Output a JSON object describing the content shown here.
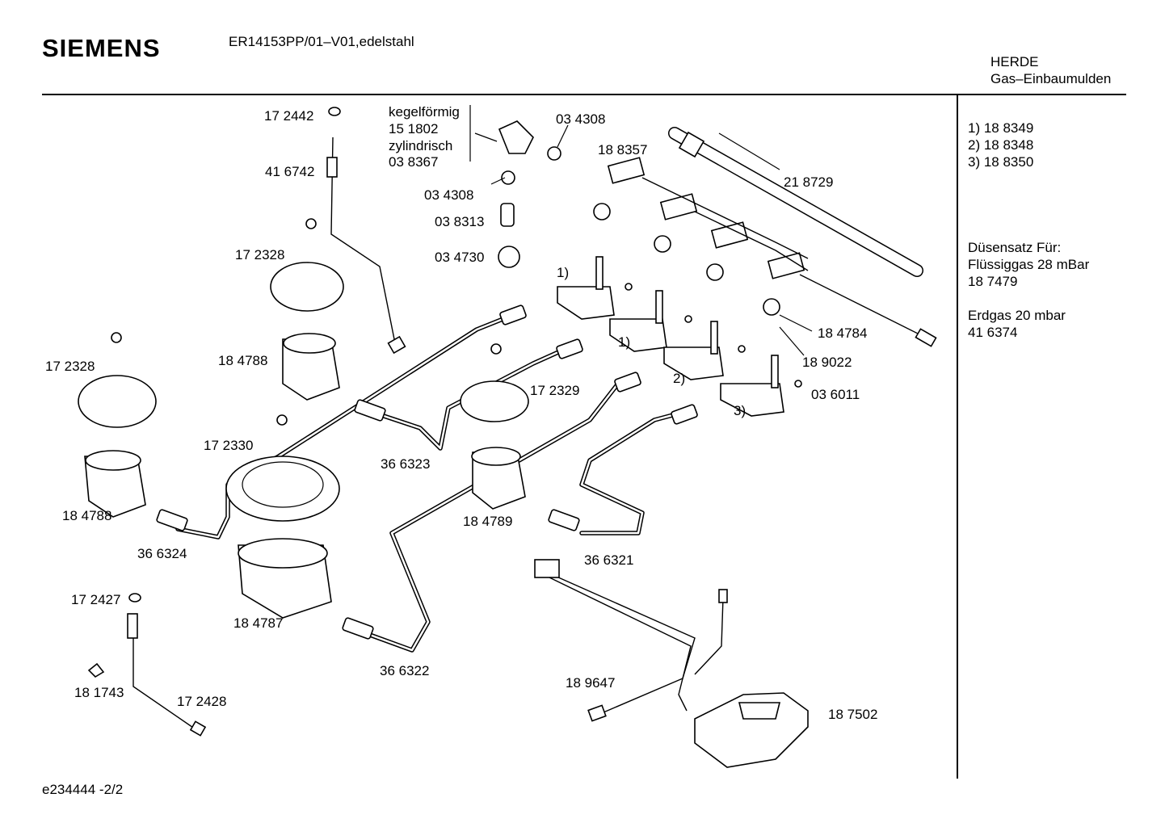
{
  "header": {
    "brand": "SIEMENS",
    "model": "ER14153PP/01–V01,edelstahl",
    "category_line1": "HERDE",
    "category_line2": "Gas–Einbaumulden"
  },
  "sidebar": {
    "variants": [
      "1)  18 8349",
      "2)  18 8348",
      "3)  18 8350"
    ],
    "nozzle_set_title": "Düsensatz Für:",
    "lpg_line": "Flüssiggas 28 mBar",
    "lpg_part": "18 7479",
    "natural_gas_line": "Erdgas 20 mbar",
    "natural_gas_part": "41 6374"
  },
  "footer": {
    "doc_id": "e234444  -2/2"
  },
  "parts": [
    {
      "id": "p172442",
      "text": "17 2442"
    },
    {
      "id": "p416742",
      "text": "41 6742"
    },
    {
      "id": "p172328a",
      "text": "17 2328"
    },
    {
      "id": "p172328b",
      "text": "17 2328"
    },
    {
      "id": "p184788a",
      "text": "18 4788"
    },
    {
      "id": "p184788b",
      "text": "18 4788"
    },
    {
      "id": "p172330",
      "text": "17 2330"
    },
    {
      "id": "p366324",
      "text": "36 6324"
    },
    {
      "id": "p172427",
      "text": "17 2427"
    },
    {
      "id": "p184787",
      "text": "18 4787"
    },
    {
      "id": "p181743",
      "text": "18 1743"
    },
    {
      "id": "p172428",
      "text": "17 2428"
    },
    {
      "id": "kegel",
      "text": "kegelförmig"
    },
    {
      "id": "p151802",
      "text": "15 1802"
    },
    {
      "id": "zylind",
      "text": "zylindrisch"
    },
    {
      "id": "p038367",
      "text": "03 8367"
    },
    {
      "id": "p034308a",
      "text": "03 4308"
    },
    {
      "id": "p034308b",
      "text": "03 4308"
    },
    {
      "id": "p038313",
      "text": "03 8313"
    },
    {
      "id": "p034730",
      "text": "03 4730"
    },
    {
      "id": "p188357",
      "text": "18 8357"
    },
    {
      "id": "p218729",
      "text": "21 8729"
    },
    {
      "id": "p184784",
      "text": "18 4784"
    },
    {
      "id": "p189022",
      "text": "18 9022"
    },
    {
      "id": "p036011",
      "text": "03 6011"
    },
    {
      "id": "p172329",
      "text": "17 2329"
    },
    {
      "id": "p366323",
      "text": "36 6323"
    },
    {
      "id": "p184789",
      "text": "18 4789"
    },
    {
      "id": "p366321",
      "text": "36 6321"
    },
    {
      "id": "p366322",
      "text": "36 6322"
    },
    {
      "id": "p189647",
      "text": "18 9647"
    },
    {
      "id": "p187502",
      "text": "18 7502"
    },
    {
      "id": "m1a",
      "text": "1)"
    },
    {
      "id": "m1b",
      "text": "1)"
    },
    {
      "id": "m2",
      "text": "2)"
    },
    {
      "id": "m3",
      "text": "3)"
    }
  ]
}
